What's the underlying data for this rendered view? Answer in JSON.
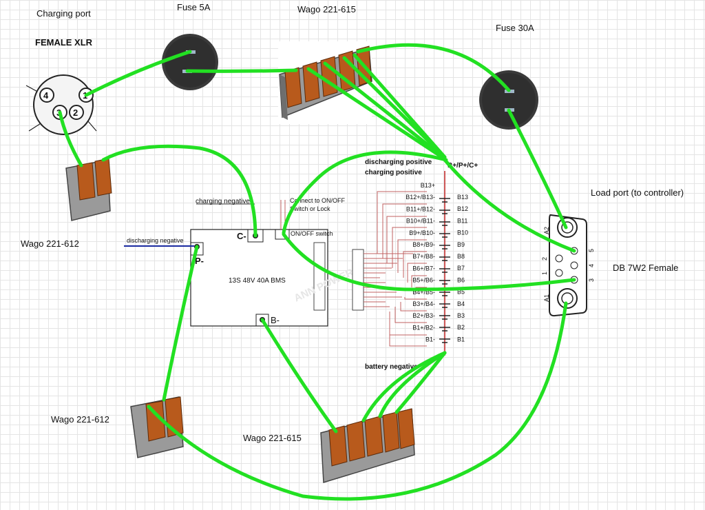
{
  "labels": {
    "charging_port": "Charging port",
    "female_xlr": "FEMALE XLR",
    "fuse_5a": "Fuse 5A",
    "wago_top": "Wago 221-615",
    "fuse_30a": "Fuse 30A",
    "load_port": "Load port (to controller)",
    "db_connector": "DB 7W2 Female",
    "wago_left": "Wago 221-612",
    "wago_bottom_left": "Wago 221-612",
    "wago_bottom": "Wago 221-615"
  },
  "xlr_pins": [
    "4",
    "1",
    "3",
    "2"
  ],
  "db_pins": {
    "a2": "A2",
    "a1": "A1",
    "p5": "5",
    "p4": "4",
    "p3": "3",
    "p2": "2",
    "p1": "1"
  },
  "bms": {
    "title": "13S 48V 40A BMS",
    "c_minus": "C-",
    "p_minus": "P-",
    "b_minus": "B-",
    "onoff": "ON/OFF switch",
    "charging_negative": "charging negative",
    "discharging_negative": "discharging negative",
    "connect_line1": "Connect to ON/OFF",
    "connect_line2": "Switch or Lock",
    "watermark": "ANN POWER",
    "pos_line1": "discharging positive",
    "pos_line2": "charging positive",
    "b_plus": "B+/P+/C+",
    "battery_negative": "battery negative",
    "balance_left": [
      "B13+",
      "B12+/B13-",
      "B11+/B12-",
      "B10+/B11-",
      "B9+/B10-",
      "B8+/B9-",
      "B7+/B8-",
      "B6+/B7-",
      "B5+/B6-",
      "B4+/B5-",
      "B3+/B4-",
      "B2+/B3-",
      "B1+/B2-",
      "B1-"
    ],
    "balance_right": [
      "B13",
      "B12",
      "B11",
      "B10",
      "B9",
      "B8",
      "B7",
      "B6",
      "B5",
      "B4",
      "B3",
      "B2",
      "B1"
    ]
  },
  "colors": {
    "wire": "#22e022",
    "wago_orange": "#b85a1c",
    "wago_grey": "#8a8a8a",
    "fuse": "#3a3a3a",
    "balance_wire": "#c06060",
    "discharge_wire": "#1a2aa0",
    "pos_wire": "#d02020"
  }
}
